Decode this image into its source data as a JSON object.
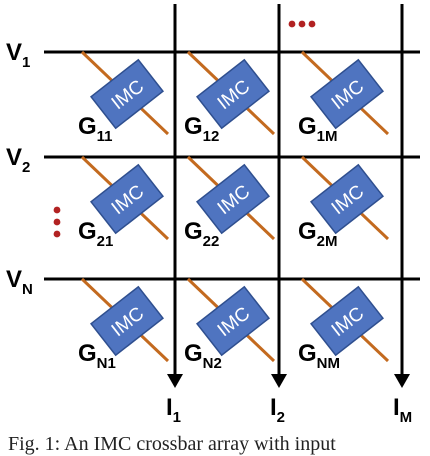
{
  "rows": [
    {
      "label": "V",
      "sub": "1"
    },
    {
      "label": "V",
      "sub": "2"
    },
    {
      "label": "V",
      "sub": "N"
    }
  ],
  "columns": [
    {
      "label": "I",
      "sub": "1"
    },
    {
      "label": "I",
      "sub": "2"
    },
    {
      "label": "I",
      "sub": "M"
    }
  ],
  "cells": [
    [
      {
        "label": "G",
        "sub": "11"
      },
      {
        "label": "G",
        "sub": "12"
      },
      {
        "label": "G",
        "sub": "1M"
      }
    ],
    [
      {
        "label": "G",
        "sub": "21"
      },
      {
        "label": "G",
        "sub": "22"
      },
      {
        "label": "G",
        "sub": "2M"
      }
    ],
    [
      {
        "label": "G",
        "sub": "N1"
      },
      {
        "label": "G",
        "sub": "N2"
      },
      {
        "label": "G",
        "sub": "NM"
      }
    ]
  ],
  "device_label": "IMC",
  "caption": "Fig. 1: An IMC crossbar array with input",
  "colors": {
    "device_fill": "#4f74c0",
    "device_stroke": "#2f4f8f",
    "wire": "#c36a1f",
    "line": "#000000",
    "ellipsis": "#b22222"
  }
}
